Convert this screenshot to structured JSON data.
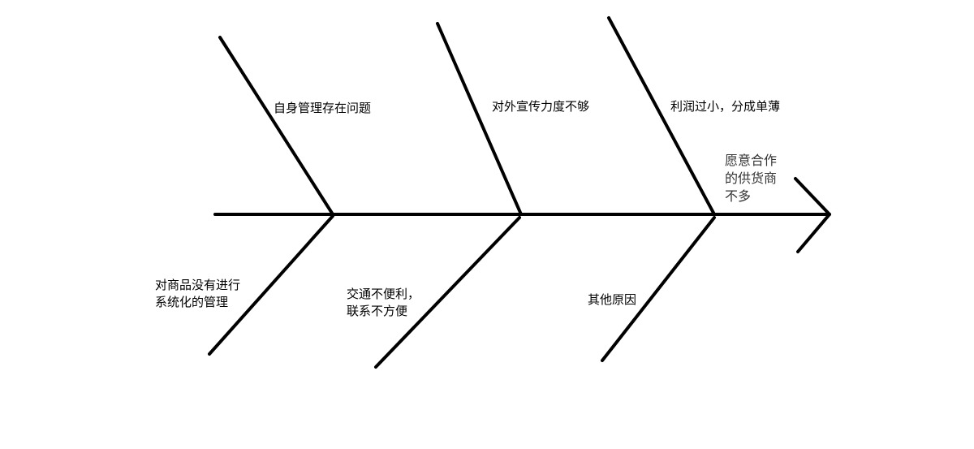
{
  "diagram": {
    "type": "fishbone",
    "line_color": "#000000",
    "head": {
      "label_lines": [
        "愿意合作",
        "的供货商",
        "不多"
      ]
    },
    "causes_top": [
      {
        "label": "自身管理存在问题"
      },
      {
        "label": "对外宣传力度不够"
      },
      {
        "label": "利润过小，分成单薄"
      }
    ],
    "causes_bottom": [
      {
        "label_lines": [
          "对商品没有进行",
          "系统化的管理"
        ]
      },
      {
        "label_lines": [
          "交通不便利，",
          "联系不方便"
        ]
      },
      {
        "label": "其他原因"
      }
    ]
  }
}
